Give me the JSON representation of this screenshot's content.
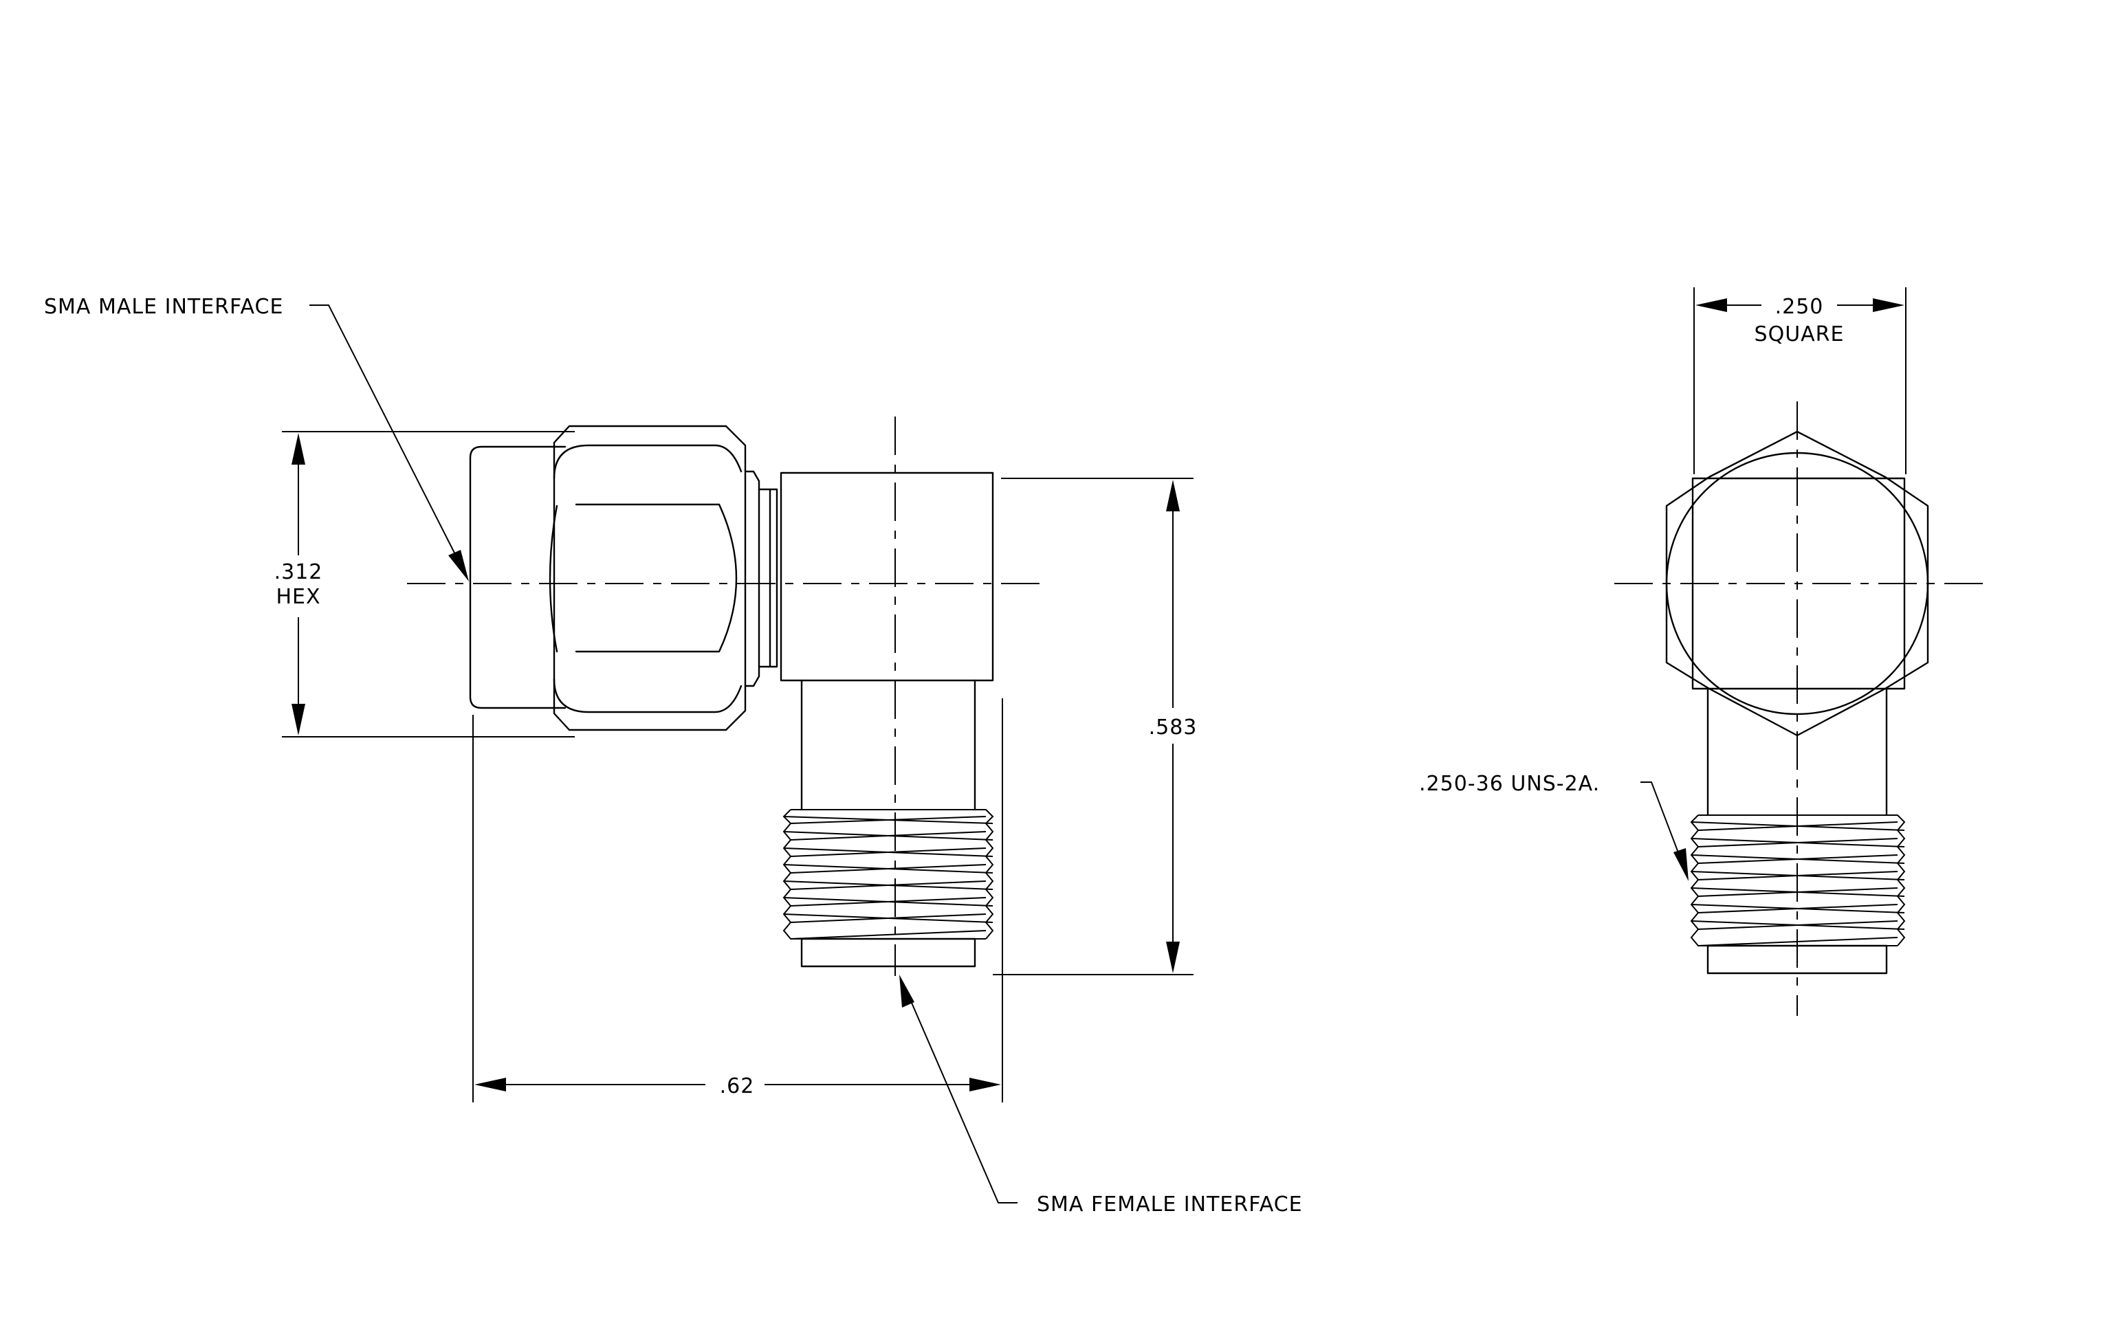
{
  "drawing": {
    "labels": {
      "male_interface": "SMA MALE INTERFACE",
      "female_interface": "SMA FEMALE INTERFACE",
      "thread_spec": ".250-36 UNS-2A."
    },
    "dimensions": {
      "hex_value": ".312",
      "hex_unit": "HEX",
      "height_value": ".583",
      "length_value": ".62",
      "square_value": ".250",
      "square_unit": "SQUARE"
    }
  }
}
